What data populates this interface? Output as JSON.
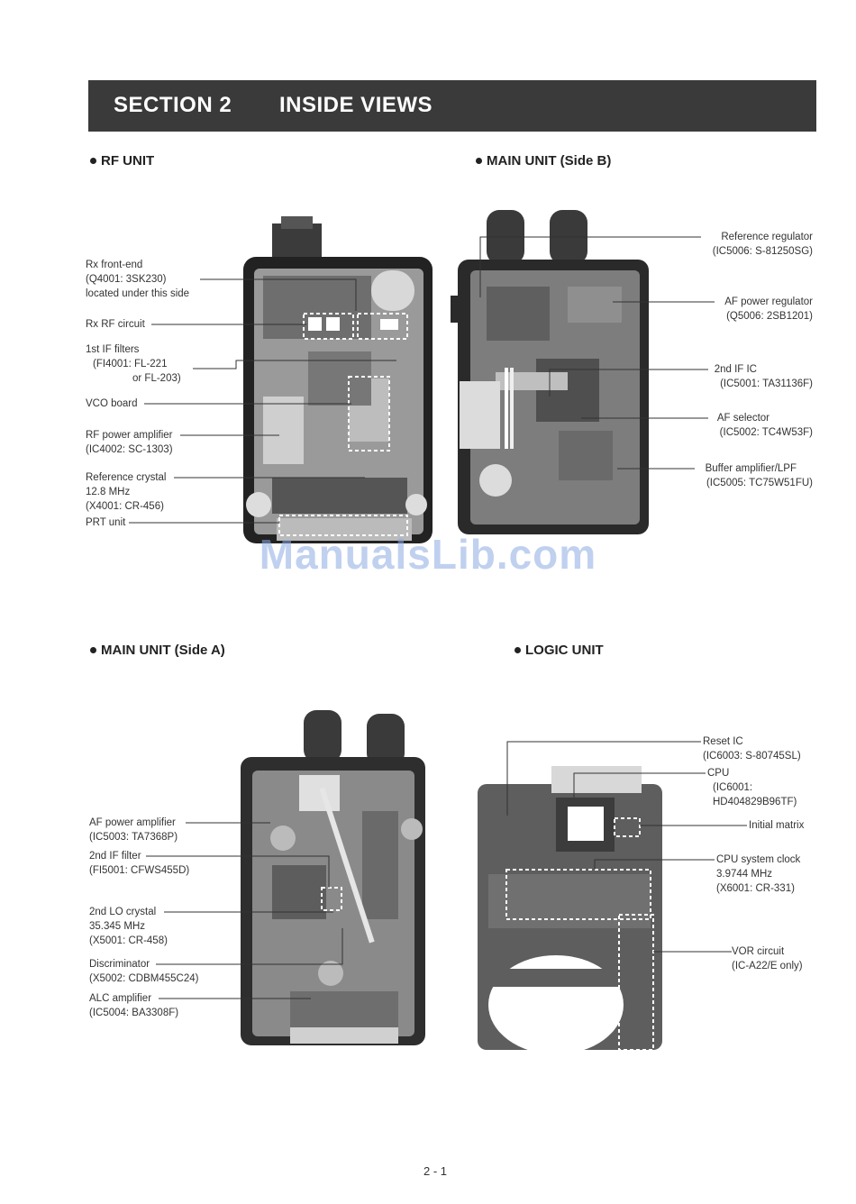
{
  "section": {
    "number": "SECTION 2",
    "title": "INSIDE VIEWS"
  },
  "panels": {
    "rf": {
      "heading": "RF UNIT",
      "labels": [
        [
          "Rx front-end",
          "(Q4001: 3SK230)",
          "located under this side"
        ],
        [
          "Rx RF circuit"
        ],
        [
          "1st IF filters",
          "(FI4001: FL-221",
          "or FL-203)"
        ],
        [
          "VCO board"
        ],
        [
          "RF power amplifier",
          "(IC4002: SC-1303)"
        ],
        [
          "Reference crystal",
          "12.8 MHz",
          "(X4001: CR-456)"
        ],
        [
          "PRT unit"
        ]
      ]
    },
    "mainb": {
      "heading": "MAIN UNIT (Side B)",
      "labels": [
        [
          "Reference regulator",
          "(IC5006: S-81250SG)"
        ],
        [
          "AF power regulator",
          "(Q5006: 2SB1201)"
        ],
        [
          "2nd IF IC",
          "(IC5001: TA31136F)"
        ],
        [
          "AF selector",
          "(IC5002: TC4W53F)"
        ],
        [
          "Buffer amplifier/LPF",
          "(IC5005: TC75W51FU)"
        ]
      ]
    },
    "maina": {
      "heading": "MAIN UNIT (Side A)",
      "labels": [
        [
          "AF power amplifier",
          "(IC5003: TA7368P)"
        ],
        [
          "2nd IF filter",
          "(FI5001: CFWS455D)"
        ],
        [
          "2nd LO crystal",
          "35.345 MHz",
          "(X5001: CR-458)"
        ],
        [
          "Discriminator",
          "(X5002: CDBM455C24)"
        ],
        [
          "ALC amplifier",
          "(IC5004: BA3308F)"
        ]
      ]
    },
    "logic": {
      "heading": "LOGIC UNIT",
      "labels": [
        [
          "Reset IC",
          "(IC6003: S-80745SL)"
        ],
        [
          "CPU",
          "(IC6001:",
          "HD404829B96TF)"
        ],
        [
          "Initial matrix"
        ],
        [
          "CPU system clock",
          "3.9744 MHz",
          "(X6001: CR-331)"
        ],
        [
          "VOR circuit",
          "(IC-A22/E only)"
        ]
      ]
    }
  },
  "watermark": "ManualsLib.com",
  "page_number": "2 - 1"
}
